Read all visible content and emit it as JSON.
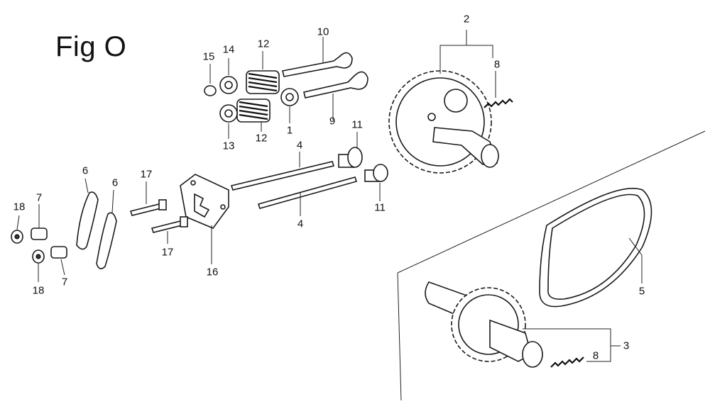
{
  "figure": {
    "title": "Fig O"
  },
  "callouts": [
    {
      "id": "c2",
      "label": "2"
    },
    {
      "id": "c8a",
      "label": "8"
    },
    {
      "id": "c10",
      "label": "10"
    },
    {
      "id": "c15",
      "label": "15"
    },
    {
      "id": "c14",
      "label": "14"
    },
    {
      "id": "c12a",
      "label": "12"
    },
    {
      "id": "c9",
      "label": "9"
    },
    {
      "id": "c1",
      "label": "1"
    },
    {
      "id": "c13",
      "label": "13"
    },
    {
      "id": "c12b",
      "label": "12"
    },
    {
      "id": "c11a",
      "label": "11"
    },
    {
      "id": "c4a",
      "label": "4"
    },
    {
      "id": "c6a",
      "label": "6"
    },
    {
      "id": "c6b",
      "label": "6"
    },
    {
      "id": "c17a",
      "label": "17"
    },
    {
      "id": "c18a",
      "label": "18"
    },
    {
      "id": "c7a",
      "label": "7"
    },
    {
      "id": "c11b",
      "label": "11"
    },
    {
      "id": "c4b",
      "label": "4"
    },
    {
      "id": "c17b",
      "label": "17"
    },
    {
      "id": "c16",
      "label": "16"
    },
    {
      "id": "c18b",
      "label": "18"
    },
    {
      "id": "c7b",
      "label": "7"
    },
    {
      "id": "c5",
      "label": "5"
    },
    {
      "id": "c3",
      "label": "3"
    },
    {
      "id": "c8b",
      "label": "8"
    }
  ]
}
